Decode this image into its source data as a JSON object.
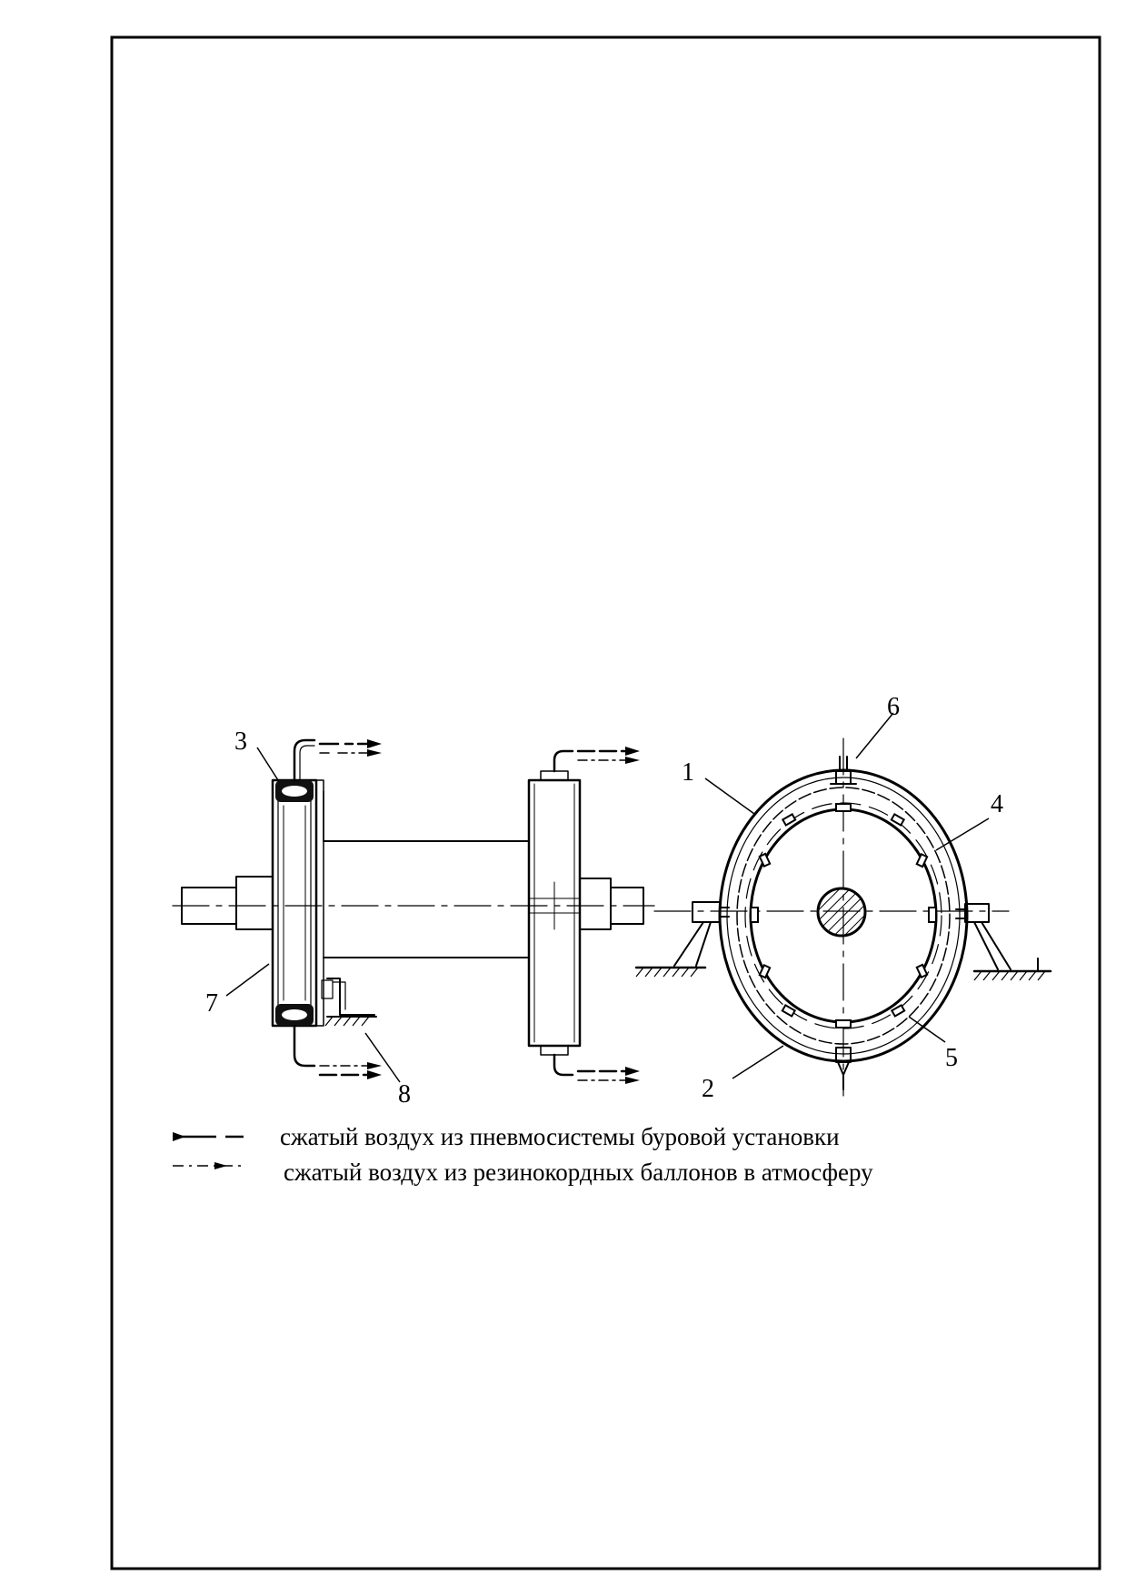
{
  "callouts": {
    "c1": "1",
    "c2": "2",
    "c3": "3",
    "c4": "4",
    "c5": "5",
    "c6": "6",
    "c7": "7",
    "c8": "8"
  },
  "legend": {
    "supply": "сжатый воздух из пневмосистемы буровой установки",
    "exhaust": "сжатый воздух из резинокордных баллонов в атмосферу"
  }
}
